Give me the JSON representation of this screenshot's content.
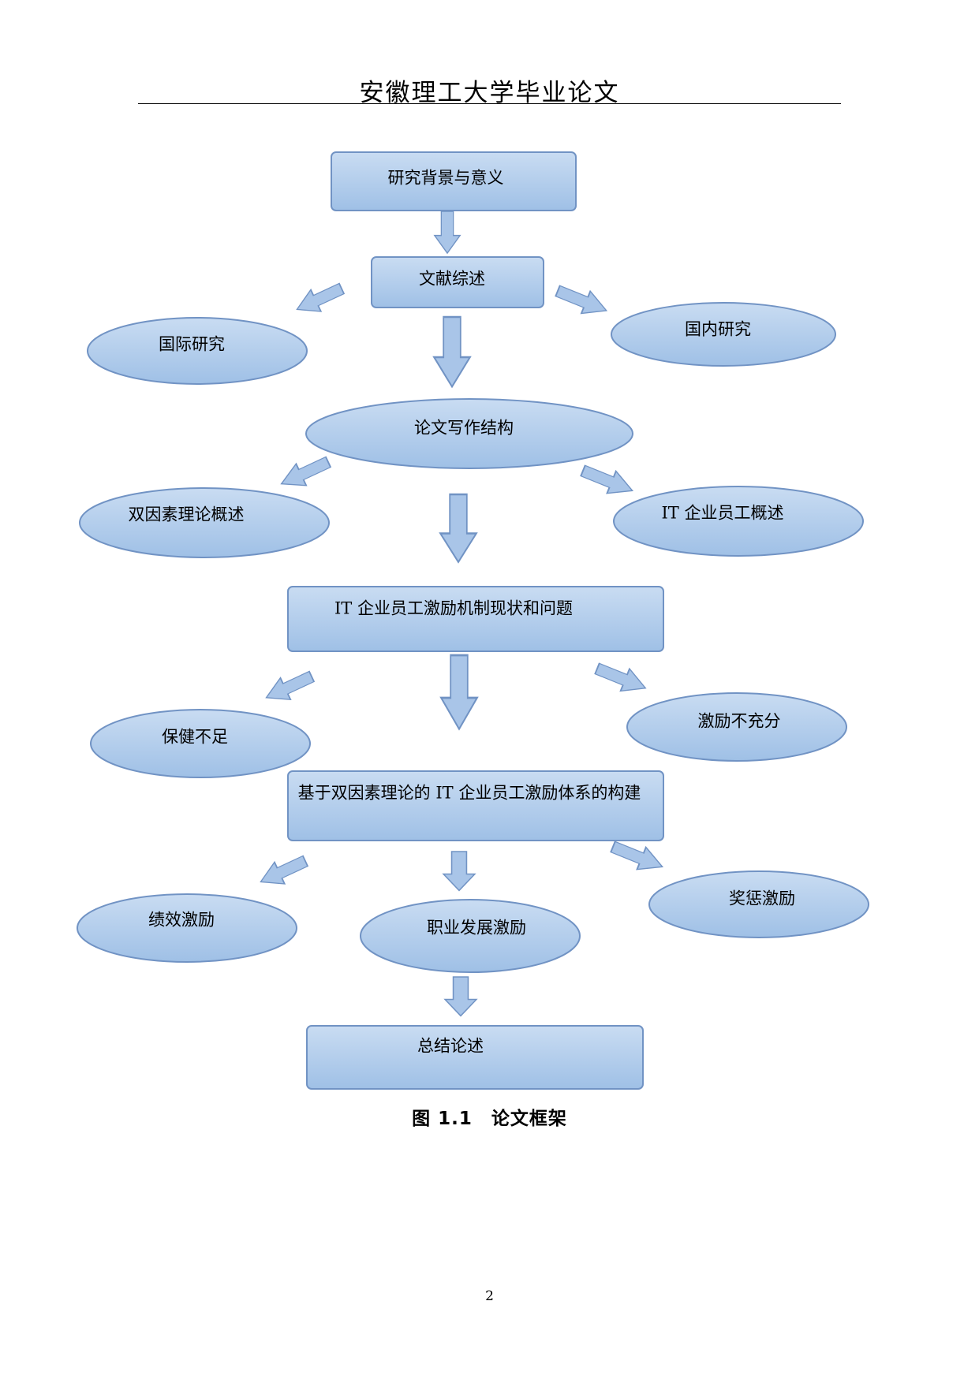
{
  "header": {
    "title": "安徽理工大学毕业论文"
  },
  "diagram": {
    "colors": {
      "fill_top": "#c9dcf2",
      "fill_bottom": "#9fc0e6",
      "stroke": "#7193c4",
      "arrow_fill": "#a9c5e8"
    },
    "nodes": {
      "background": "研究背景与意义",
      "literature": "文献综述",
      "international": "国际研究",
      "domestic": "国内研究",
      "structure": "论文写作结构",
      "two_factor": "双因素理论概述",
      "it_staff": "IT 企业员工概述",
      "status": "IT 企业员工激励机制现状和问题",
      "health": "保健不足",
      "motivation": "激励不充分",
      "system": "基于双因素理论的 IT 企业员工激励体系的构建",
      "performance": "绩效激励",
      "career": "职业发展激励",
      "reward": "奖惩激励",
      "summary": "总结论述"
    }
  },
  "caption": "图 1.1　论文框架",
  "page_number": "2"
}
